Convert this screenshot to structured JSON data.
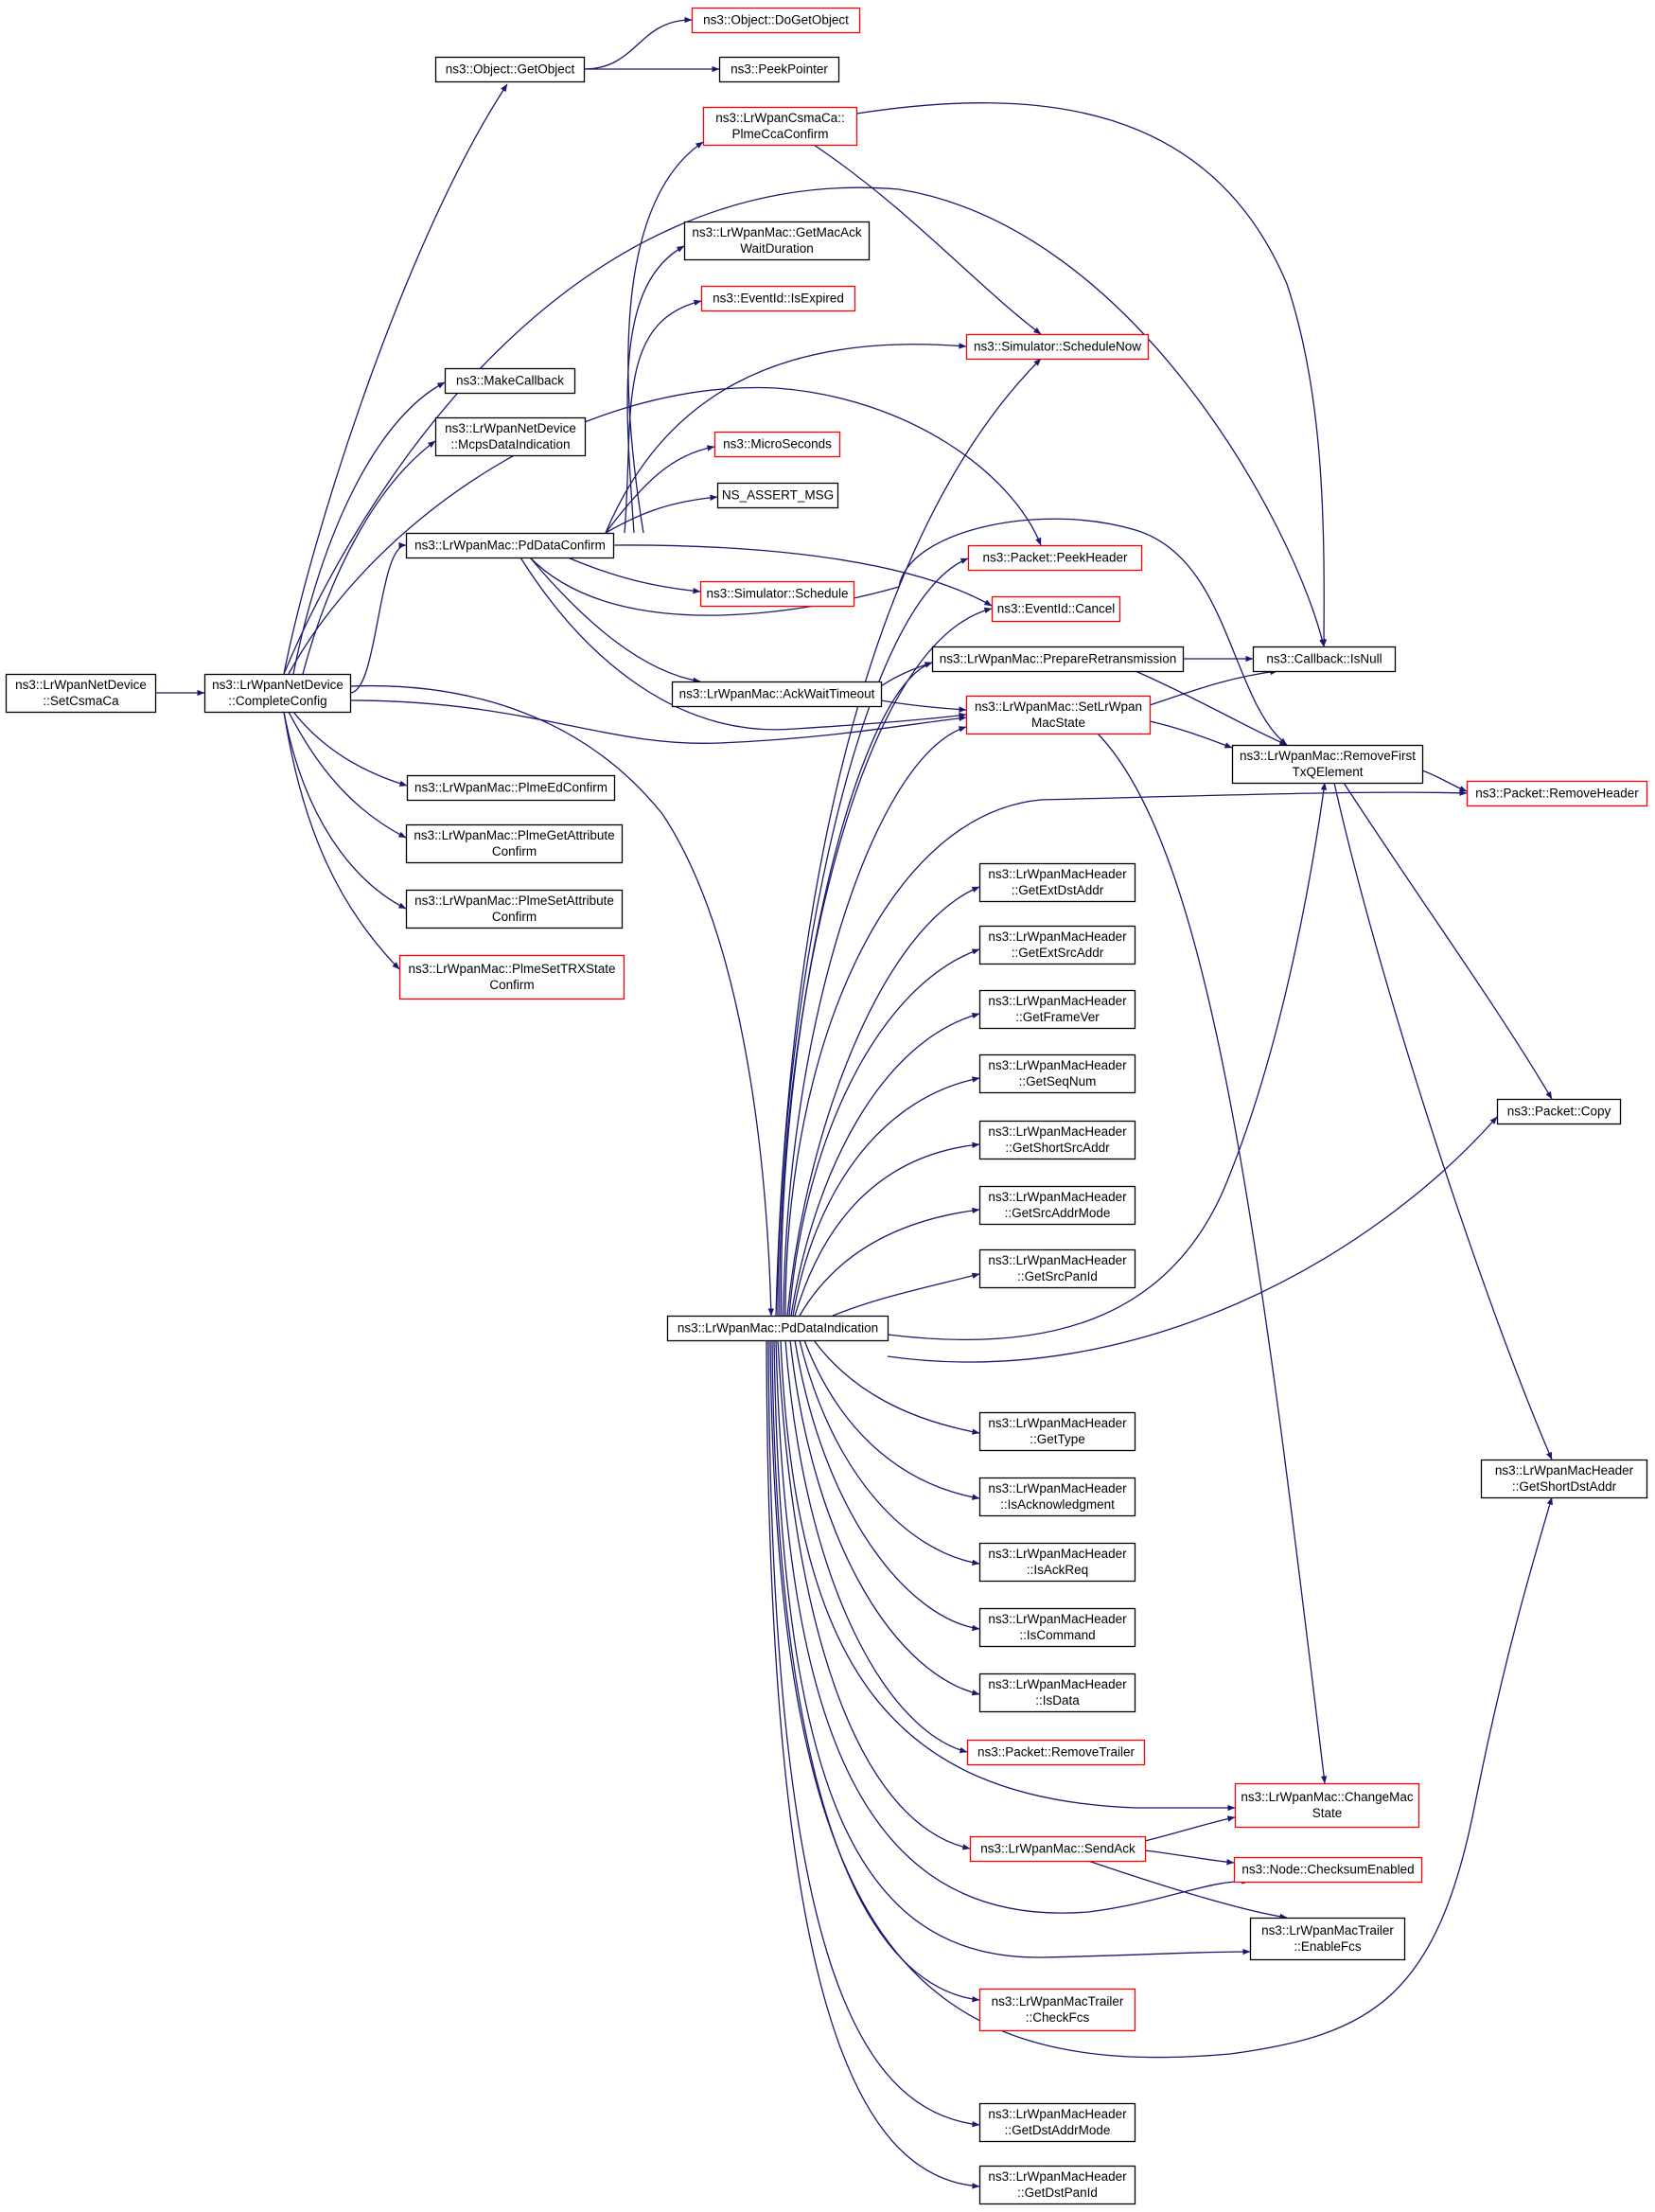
{
  "colors": {
    "edge": "#191970",
    "border_normal": "#000000",
    "border_truncated": "#ff0000",
    "fill_root": "#bfbfbf",
    "fill_normal": "#ffffff"
  },
  "nodes": [
    {
      "id": "n_setcsmaca",
      "lines": [
        "ns3::LrWpanNetDevice",
        "::SetCsmaCa"
      ],
      "style": "root"
    },
    {
      "id": "n_completeconfig",
      "lines": [
        "ns3::LrWpanNetDevice",
        "::CompleteConfig"
      ],
      "style": "normal"
    },
    {
      "id": "n_getobject",
      "lines": [
        "ns3::Object::GetObject"
      ],
      "style": "normal"
    },
    {
      "id": "n_dogetobject",
      "lines": [
        "ns3::Object::DoGetObject"
      ],
      "style": "truncated"
    },
    {
      "id": "n_peekpointer",
      "lines": [
        "ns3::PeekPointer"
      ],
      "style": "normal"
    },
    {
      "id": "n_makecallback",
      "lines": [
        "ns3::MakeCallback"
      ],
      "style": "normal"
    },
    {
      "id": "n_mcpsdataind",
      "lines": [
        "ns3::LrWpanNetDevice",
        "::McpsDataIndication"
      ],
      "style": "normal"
    },
    {
      "id": "n_pddataconfirm",
      "lines": [
        "ns3::LrWpanMac::PdDataConfirm"
      ],
      "style": "normal"
    },
    {
      "id": "n_plmeccaconfirm",
      "lines": [
        "ns3::LrWpanCsmaCa::",
        "PlmeCcaConfirm"
      ],
      "style": "truncated"
    },
    {
      "id": "n_getmacack",
      "lines": [
        "ns3::LrWpanMac::GetMacAck",
        "WaitDuration"
      ],
      "style": "normal"
    },
    {
      "id": "n_isexpired",
      "lines": [
        "ns3::EventId::IsExpired"
      ],
      "style": "truncated"
    },
    {
      "id": "n_schedulenow",
      "lines": [
        "ns3::Simulator::ScheduleNow"
      ],
      "style": "truncated"
    },
    {
      "id": "n_microseconds",
      "lines": [
        "ns3::MicroSeconds"
      ],
      "style": "truncated"
    },
    {
      "id": "n_nsassert",
      "lines": [
        "NS_ASSERT_MSG"
      ],
      "style": "normal"
    },
    {
      "id": "n_peekheader",
      "lines": [
        "ns3::Packet::PeekHeader"
      ],
      "style": "truncated"
    },
    {
      "id": "n_schedule",
      "lines": [
        "ns3::Simulator::Schedule"
      ],
      "style": "truncated"
    },
    {
      "id": "n_cancel",
      "lines": [
        "ns3::EventId::Cancel"
      ],
      "style": "truncated"
    },
    {
      "id": "n_prepareretrans",
      "lines": [
        "ns3::LrWpanMac::PrepareRetransmission"
      ],
      "style": "normal"
    },
    {
      "id": "n_isnull",
      "lines": [
        "ns3::Callback::IsNull"
      ],
      "style": "normal"
    },
    {
      "id": "n_ackwaittimeout",
      "lines": [
        "ns3::LrWpanMac::AckWaitTimeout"
      ],
      "style": "normal"
    },
    {
      "id": "n_setlrwpanmacstate",
      "lines": [
        "ns3::LrWpanMac::SetLrWpan",
        "MacState"
      ],
      "style": "truncated"
    },
    {
      "id": "n_removefirst",
      "lines": [
        "ns3::LrWpanMac::RemoveFirst",
        "TxQElement"
      ],
      "style": "normal"
    },
    {
      "id": "n_removeheader",
      "lines": [
        "ns3::Packet::RemoveHeader"
      ],
      "style": "truncated"
    },
    {
      "id": "n_plmeedconfirm",
      "lines": [
        "ns3::LrWpanMac::PlmeEdConfirm"
      ],
      "style": "normal"
    },
    {
      "id": "n_plmegetattr",
      "lines": [
        "ns3::LrWpanMac::PlmeGetAttribute",
        "Confirm"
      ],
      "style": "normal"
    },
    {
      "id": "n_plmesetattr",
      "lines": [
        "ns3::LrWpanMac::PlmeSetAttribute",
        "Confirm"
      ],
      "style": "normal"
    },
    {
      "id": "n_plmesettrx",
      "lines": [
        "ns3::LrWpanMac::PlmeSetTRXState",
        "Confirm"
      ],
      "style": "truncated"
    },
    {
      "id": "n_getextdst",
      "lines": [
        "ns3::LrWpanMacHeader",
        "::GetExtDstAddr"
      ],
      "style": "normal"
    },
    {
      "id": "n_getextsrc",
      "lines": [
        "ns3::LrWpanMacHeader",
        "::GetExtSrcAddr"
      ],
      "style": "normal"
    },
    {
      "id": "n_getframever",
      "lines": [
        "ns3::LrWpanMacHeader",
        "::GetFrameVer"
      ],
      "style": "normal"
    },
    {
      "id": "n_getseqnum",
      "lines": [
        "ns3::LrWpanMacHeader",
        "::GetSeqNum"
      ],
      "style": "normal"
    },
    {
      "id": "n_getshortsrc",
      "lines": [
        "ns3::LrWpanMacHeader",
        "::GetShortSrcAddr"
      ],
      "style": "normal"
    },
    {
      "id": "n_getsrcaddrmode",
      "lines": [
        "ns3::LrWpanMacHeader",
        "::GetSrcAddrMode"
      ],
      "style": "normal"
    },
    {
      "id": "n_getsrcpanid",
      "lines": [
        "ns3::LrWpanMacHeader",
        "::GetSrcPanId"
      ],
      "style": "normal"
    },
    {
      "id": "n_pddataind",
      "lines": [
        "ns3::LrWpanMac::PdDataIndication"
      ],
      "style": "normal"
    },
    {
      "id": "n_copy",
      "lines": [
        "ns3::Packet::Copy"
      ],
      "style": "normal"
    },
    {
      "id": "n_gettype",
      "lines": [
        "ns3::LrWpanMacHeader",
        "::GetType"
      ],
      "style": "normal"
    },
    {
      "id": "n_isack",
      "lines": [
        "ns3::LrWpanMacHeader",
        "::IsAcknowledgment"
      ],
      "style": "normal"
    },
    {
      "id": "n_getshortdst",
      "lines": [
        "ns3::LrWpanMacHeader",
        "::GetShortDstAddr"
      ],
      "style": "normal"
    },
    {
      "id": "n_isackreq",
      "lines": [
        "ns3::LrWpanMacHeader",
        "::IsAckReq"
      ],
      "style": "normal"
    },
    {
      "id": "n_iscommand",
      "lines": [
        "ns3::LrWpanMacHeader",
        "::IsCommand"
      ],
      "style": "normal"
    },
    {
      "id": "n_isdata",
      "lines": [
        "ns3::LrWpanMacHeader",
        "::IsData"
      ],
      "style": "normal"
    },
    {
      "id": "n_removetrailer",
      "lines": [
        "ns3::Packet::RemoveTrailer"
      ],
      "style": "truncated"
    },
    {
      "id": "n_changemacstate",
      "lines": [
        "ns3::LrWpanMac::ChangeMac",
        "State"
      ],
      "style": "truncated"
    },
    {
      "id": "n_sendack",
      "lines": [
        "ns3::LrWpanMac::SendAck"
      ],
      "style": "truncated"
    },
    {
      "id": "n_checksum",
      "lines": [
        "ns3::Node::ChecksumEnabled"
      ],
      "style": "truncated"
    },
    {
      "id": "n_enablefcs",
      "lines": [
        "ns3::LrWpanMacTrailer",
        "::EnableFcs"
      ],
      "style": "normal"
    },
    {
      "id": "n_checkfcs",
      "lines": [
        "ns3::LrWpanMacTrailer",
        "::CheckFcs"
      ],
      "style": "truncated"
    },
    {
      "id": "n_getdstaddrmode",
      "lines": [
        "ns3::LrWpanMacHeader",
        "::GetDstAddrMode"
      ],
      "style": "normal"
    },
    {
      "id": "n_getdstpanid",
      "lines": [
        "ns3::LrWpanMacHeader",
        "::GetDstPanId"
      ],
      "style": "normal"
    }
  ],
  "edges": [
    [
      "n_setcsmaca",
      "n_completeconfig"
    ],
    [
      "n_completeconfig",
      "n_getobject"
    ],
    [
      "n_completeconfig",
      "n_makecallback"
    ],
    [
      "n_completeconfig",
      "n_mcpsdataind"
    ],
    [
      "n_completeconfig",
      "n_pddataconfirm"
    ],
    [
      "n_completeconfig",
      "n_plmeedconfirm"
    ],
    [
      "n_completeconfig",
      "n_plmegetattr"
    ],
    [
      "n_completeconfig",
      "n_plmesetattr"
    ],
    [
      "n_completeconfig",
      "n_plmesettrx"
    ],
    [
      "n_completeconfig",
      "n_pddataind"
    ],
    [
      "n_completeconfig",
      "n_isnull"
    ],
    [
      "n_completeconfig",
      "n_setlrwpanmacstate"
    ],
    [
      "n_completeconfig",
      "n_peekheader"
    ],
    [
      "n_getobject",
      "n_dogetobject"
    ],
    [
      "n_getobject",
      "n_peekpointer"
    ],
    [
      "n_pddataconfirm",
      "n_plmeccaconfirm"
    ],
    [
      "n_pddataconfirm",
      "n_getmacack"
    ],
    [
      "n_pddataconfirm",
      "n_isexpired"
    ],
    [
      "n_pddataconfirm",
      "n_schedulenow"
    ],
    [
      "n_pddataconfirm",
      "n_microseconds"
    ],
    [
      "n_pddataconfirm",
      "n_nsassert"
    ],
    [
      "n_pddataconfirm",
      "n_schedule"
    ],
    [
      "n_pddataconfirm",
      "n_cancel"
    ],
    [
      "n_pddataconfirm",
      "n_ackwaittimeout"
    ],
    [
      "n_pddataconfirm",
      "n_setlrwpanmacstate"
    ],
    [
      "n_pddataconfirm",
      "n_removefirst"
    ],
    [
      "n_plmeccaconfirm",
      "n_schedulenow"
    ],
    [
      "n_plmeccaconfirm",
      "n_isnull"
    ],
    [
      "n_ackwaittimeout",
      "n_prepareretrans"
    ],
    [
      "n_ackwaittimeout",
      "n_setlrwpanmacstate"
    ],
    [
      "n_prepareretrans",
      "n_isnull"
    ],
    [
      "n_prepareretrans",
      "n_removefirst"
    ],
    [
      "n_setlrwpanmacstate",
      "n_isnull"
    ],
    [
      "n_setlrwpanmacstate",
      "n_removefirst"
    ],
    [
      "n_setlrwpanmacstate",
      "n_changemacstate"
    ],
    [
      "n_removefirst",
      "n_removeheader"
    ],
    [
      "n_removefirst",
      "n_copy"
    ],
    [
      "n_removefirst",
      "n_getshortdst"
    ],
    [
      "n_pddataind",
      "n_schedulenow"
    ],
    [
      "n_pddataind",
      "n_peekheader"
    ],
    [
      "n_pddataind",
      "n_cancel"
    ],
    [
      "n_pddataind",
      "n_prepareretrans"
    ],
    [
      "n_pddataind",
      "n_setlrwpanmacstate"
    ],
    [
      "n_pddataind",
      "n_removefirst"
    ],
    [
      "n_pddataind",
      "n_removeheader"
    ],
    [
      "n_pddataind",
      "n_getextdst"
    ],
    [
      "n_pddataind",
      "n_getextsrc"
    ],
    [
      "n_pddataind",
      "n_getframever"
    ],
    [
      "n_pddataind",
      "n_getseqnum"
    ],
    [
      "n_pddataind",
      "n_getshortsrc"
    ],
    [
      "n_pddataind",
      "n_getsrcaddrmode"
    ],
    [
      "n_pddataind",
      "n_getsrcpanid"
    ],
    [
      "n_pddataind",
      "n_copy"
    ],
    [
      "n_pddataind",
      "n_gettype"
    ],
    [
      "n_pddataind",
      "n_isack"
    ],
    [
      "n_pddataind",
      "n_isackreq"
    ],
    [
      "n_pddataind",
      "n_iscommand"
    ],
    [
      "n_pddataind",
      "n_isdata"
    ],
    [
      "n_pddataind",
      "n_removetrailer"
    ],
    [
      "n_pddataind",
      "n_changemacstate"
    ],
    [
      "n_pddataind",
      "n_sendack"
    ],
    [
      "n_pddataind",
      "n_checksum"
    ],
    [
      "n_pddataind",
      "n_enablefcs"
    ],
    [
      "n_pddataind",
      "n_checkfcs"
    ],
    [
      "n_pddataind",
      "n_getshortdst"
    ],
    [
      "n_pddataind",
      "n_getdstaddrmode"
    ],
    [
      "n_pddataind",
      "n_getdstpanid"
    ],
    [
      "n_sendack",
      "n_changemacstate"
    ],
    [
      "n_sendack",
      "n_checksum"
    ],
    [
      "n_sendack",
      "n_enablefcs"
    ]
  ]
}
